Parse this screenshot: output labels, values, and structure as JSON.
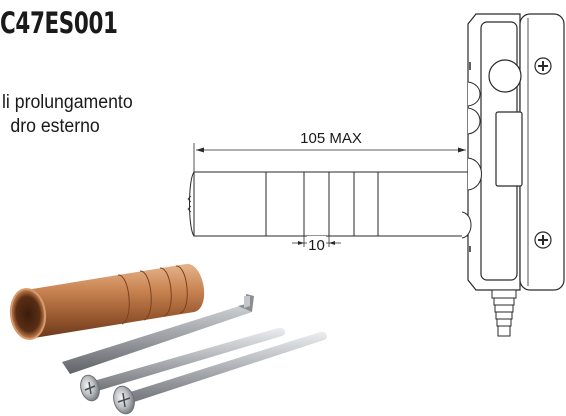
{
  "product_code": "C47ES001",
  "description": {
    "line1": "li prolungamento",
    "line2": "dro esterno"
  },
  "dimensions": {
    "length_label": "105 MAX",
    "pitch_label": "10"
  },
  "colors": {
    "text": "#1a1a1a",
    "line": "#2a2a2a",
    "copper": "#b06a3c",
    "steel": "#a8acb0"
  }
}
